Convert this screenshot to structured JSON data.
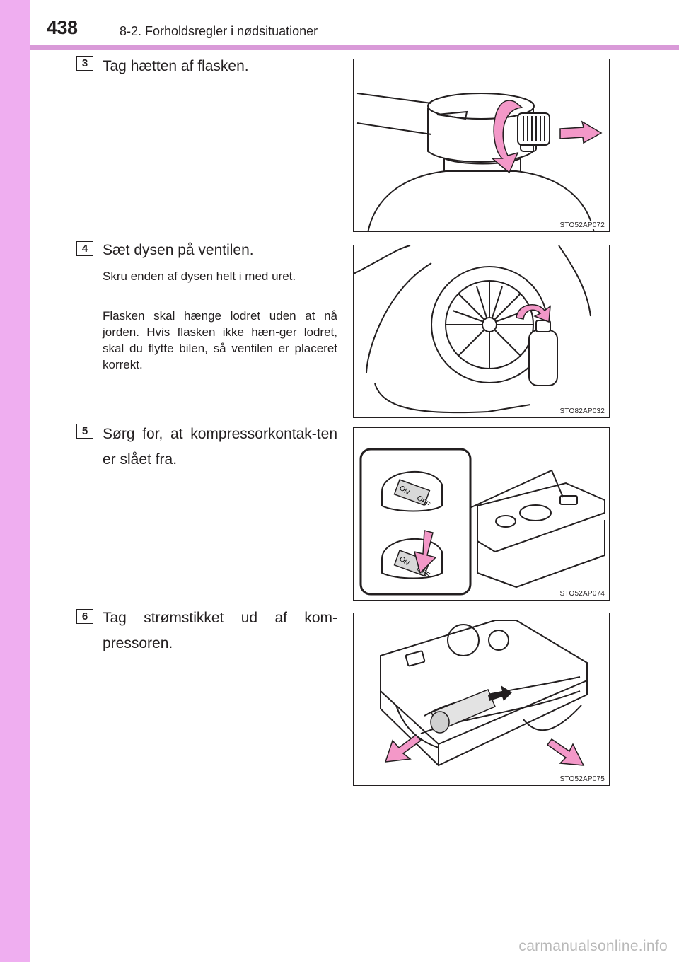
{
  "colors": {
    "side_band": "#efaef0",
    "header_rule": "#d99ad8",
    "arrow_fill": "#f398c8",
    "text": "#231f20",
    "watermark": "#b9b9b9"
  },
  "header": {
    "page_number": "438",
    "section_title": "8-2. Forholdsregler i nødsituationer"
  },
  "steps": [
    {
      "number": "3",
      "heading": "Tag hætten af flasken.",
      "notes": [],
      "figure_code": "STO52AP072"
    },
    {
      "number": "4",
      "heading": "Sæt dysen på ventilen.",
      "notes": [
        "Skru enden af dysen helt i med uret.",
        "Flasken skal hænge lodret uden at nå jorden. Hvis flasken ikke hæn-ger lodret, skal du flytte bilen, så ventilen er placeret korrekt."
      ],
      "figure_code": "STO82AP032"
    },
    {
      "number": "5",
      "heading": "Sørg for, at kompressorkontak-ten er slået fra.",
      "notes": [],
      "figure_code": "STO52AP074",
      "switch_labels": {
        "on": "ON",
        "off": "OFF"
      }
    },
    {
      "number": "6",
      "heading": "Tag strømstikket ud af kom-pressoren.",
      "notes": [],
      "figure_code": "STO52AP075"
    }
  ],
  "footer": {
    "watermark": "carmanualsonline.info"
  }
}
